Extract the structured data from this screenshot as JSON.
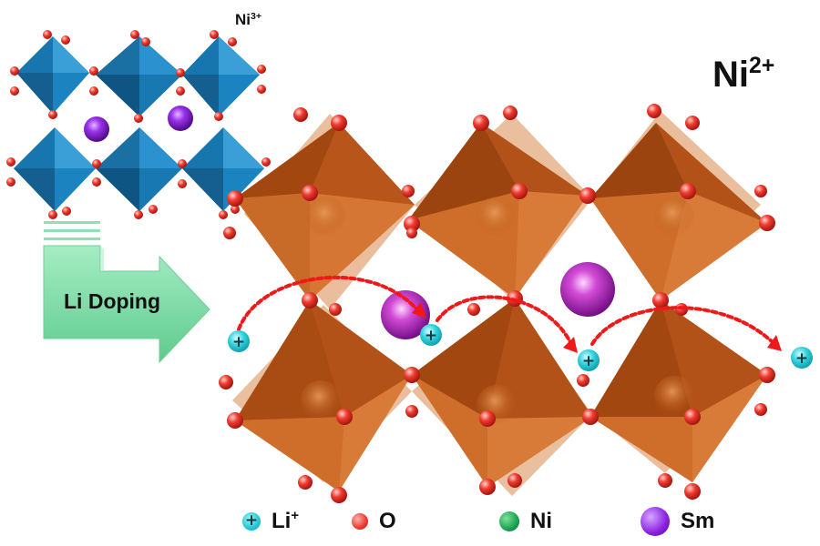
{
  "labels": {
    "before_ion": "Ni",
    "before_charge": "3+",
    "after_ion": "Ni",
    "after_charge": "2+",
    "arrow_text": "Li Doping"
  },
  "legend": {
    "li_symbol": "+",
    "li_label": "Li",
    "li_charge": "+",
    "o_label": "O",
    "ni_label": "Ni",
    "sm_label": "Sm"
  },
  "colors": {
    "before_octahedra": "#1a7fb8",
    "after_octahedra": "#c75d12",
    "oxygen": "#e8382b",
    "lithium": "#22c8d6",
    "nickel": "#17a24c",
    "samarium": "#8a1fe0",
    "arrow": "#7fd9a4",
    "migration_path": "#f01818"
  },
  "icons": {
    "before_structure": "blue-perovskite-lattice",
    "after_structure": "orange-perovskite-lattice",
    "doping_arrow": "bent-right-arrow-icon",
    "migration": "dashed-curved-arrow-icon"
  }
}
